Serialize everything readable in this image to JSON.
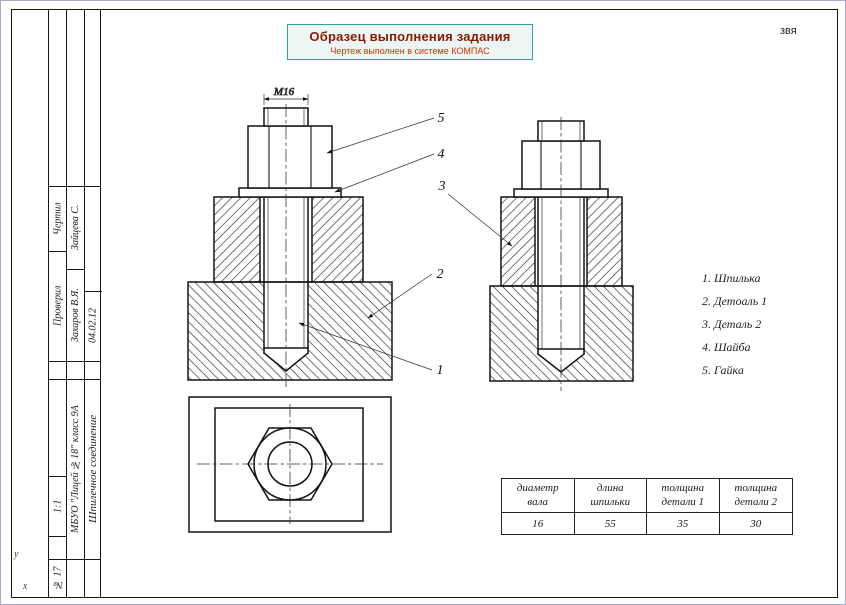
{
  "window": {
    "top_right_mark": "звя",
    "bottom_left_marks": [
      "у",
      "х"
    ]
  },
  "header": {
    "title": "Образец выполнения задания",
    "subtitle": "Чертеж выполнен в системе КОМПАС"
  },
  "colors": {
    "header_title": "#8b1a00",
    "header_subtitle": "#d63200",
    "header_box_border": "#2f9e9e",
    "header_box_bg": "#ecf6f5"
  },
  "title_block": {
    "drawn_label": "Чертил",
    "drawn_name": "Зайцева С.",
    "date": "04.02.12",
    "checked_label": "Проверил",
    "checked_name": "Захаров В.Я.",
    "organization": "МБУО \"Лицей №18\" класс 9А",
    "drawing_title": "Шпилечное соединение",
    "scale": "1:1",
    "sheet_number": "№ 17"
  },
  "drawing": {
    "thread_dimension": "M16",
    "callouts": {
      "c1": "1",
      "c2": "2",
      "c3": "3",
      "c4": "4",
      "c5": "5"
    }
  },
  "parts_list": {
    "items": [
      "1. Шпилька",
      "2. Детоаль 1",
      "3. Деталь 2",
      "4. Шайба",
      "5. Гайка"
    ]
  },
  "parameters_table": {
    "columns": [
      {
        "header": [
          "диаметр",
          "вала"
        ],
        "value": "16"
      },
      {
        "header": [
          "длина",
          "шпильки"
        ],
        "value": "55"
      },
      {
        "header": [
          "толщина",
          "детали 1"
        ],
        "value": "35"
      },
      {
        "header": [
          "толщина",
          "детали 2"
        ],
        "value": "30"
      }
    ]
  }
}
